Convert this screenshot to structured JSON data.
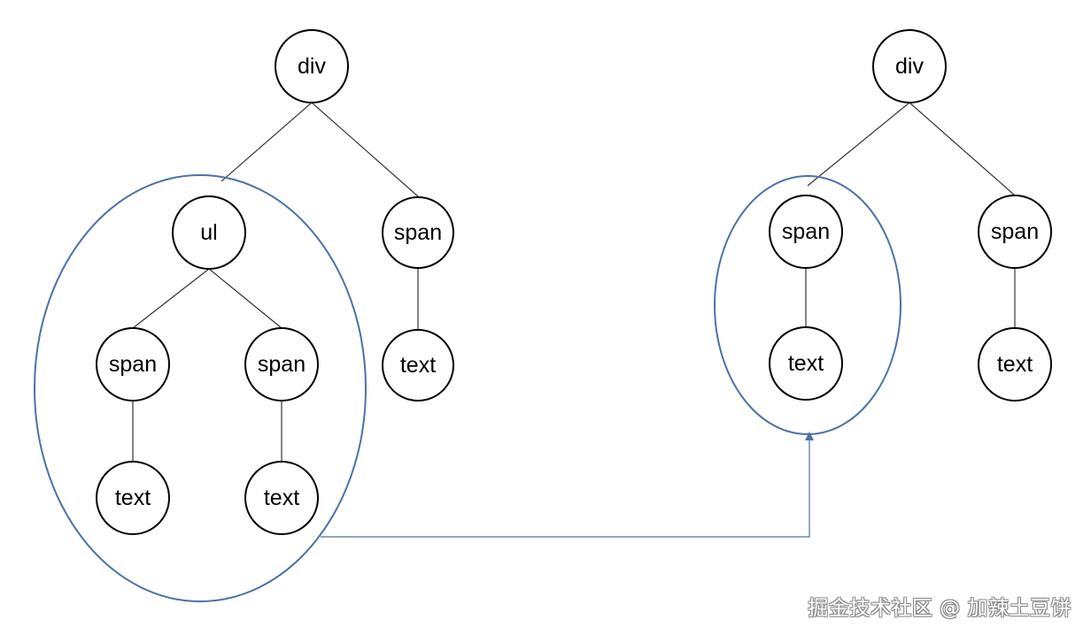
{
  "colors": {
    "group_outline": "#4a72a8",
    "node_stroke": "#000000",
    "edge": "#333333"
  },
  "left_tree": {
    "root": "div",
    "list": "ul",
    "list_child_1": "span",
    "list_child_2": "span",
    "list_child_1_text": "text",
    "list_child_2_text": "text",
    "sibling": "span",
    "sibling_text": "text"
  },
  "right_tree": {
    "root": "div",
    "child_1": "span",
    "child_1_text": "text",
    "child_2": "span",
    "child_2_text": "text"
  },
  "watermark": "掘金技术社区 @ 加辣土豆饼"
}
